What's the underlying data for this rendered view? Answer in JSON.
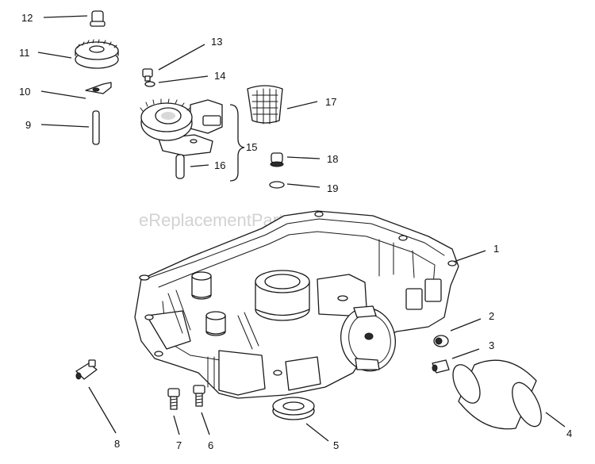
{
  "watermark": "eReplacementParts.com",
  "callouts": [
    "1",
    "2",
    "3",
    "4",
    "5",
    "6",
    "7",
    "8",
    "9",
    "10",
    "11",
    "12",
    "13",
    "14",
    "15",
    "16",
    "17",
    "18",
    "19"
  ]
}
